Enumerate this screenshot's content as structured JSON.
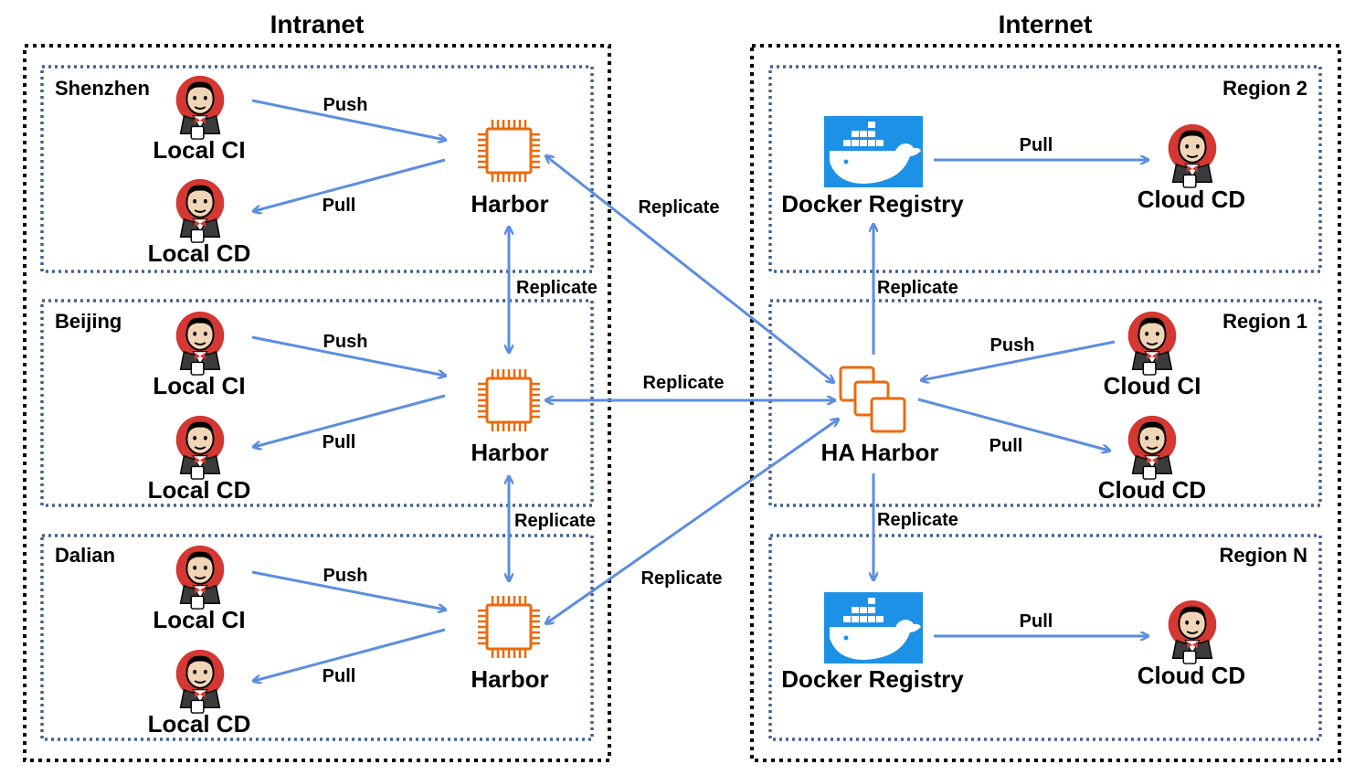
{
  "colors": {
    "arrow": "#5b8ee1",
    "outer_border": "#000000",
    "site_border": "#41628f",
    "chip": "#ea6a0c",
    "docker": "#1d91e6",
    "jenkins_red": "#d33833"
  },
  "icons": {
    "jenkins": "jenkins-butler-icon",
    "harbor": "cpu-chip-icon",
    "ha_harbor": "stacked-squares-icon",
    "registry": "docker-whale-icon"
  },
  "regions": {
    "intranet": "Intranet",
    "internet": "Internet"
  },
  "sites": {
    "shenzhen": "Shenzhen",
    "beijing": "Beijing",
    "dalian": "Dalian",
    "region2": "Region 2",
    "region1": "Region 1",
    "regionN": "Region N"
  },
  "nodes": {
    "sz_ci": "Local CI",
    "sz_cd": "Local CD",
    "sz_harbor": "Harbor",
    "bj_ci": "Local CI",
    "bj_cd": "Local CD",
    "bj_harbor": "Harbor",
    "dl_ci": "Local CI",
    "dl_cd": "Local CD",
    "dl_harbor": "Harbor",
    "reg2_registry": "Docker Registry",
    "reg2_cd": "Cloud CD",
    "ha_harbor": "HA Harbor",
    "reg1_ci": "Cloud CI",
    "reg1_cd": "Cloud CD",
    "regN_registry": "Docker Registry",
    "regN_cd": "Cloud CD"
  },
  "edges": {
    "sz_push": "Push",
    "sz_pull": "Pull",
    "bj_push": "Push",
    "bj_pull": "Pull",
    "dl_push": "Push",
    "dl_pull": "Pull",
    "sz_bj_replicate": "Replicate",
    "bj_dl_replicate": "Replicate",
    "sz_ha_replicate": "Replicate",
    "bj_ha_replicate": "Replicate",
    "dl_ha_replicate": "Replicate",
    "ha_reg2_replicate": "Replicate",
    "ha_regN_replicate": "Replicate",
    "reg2_pull": "Pull",
    "reg1_push": "Push",
    "reg1_pull": "Pull",
    "regN_pull": "Pull"
  }
}
